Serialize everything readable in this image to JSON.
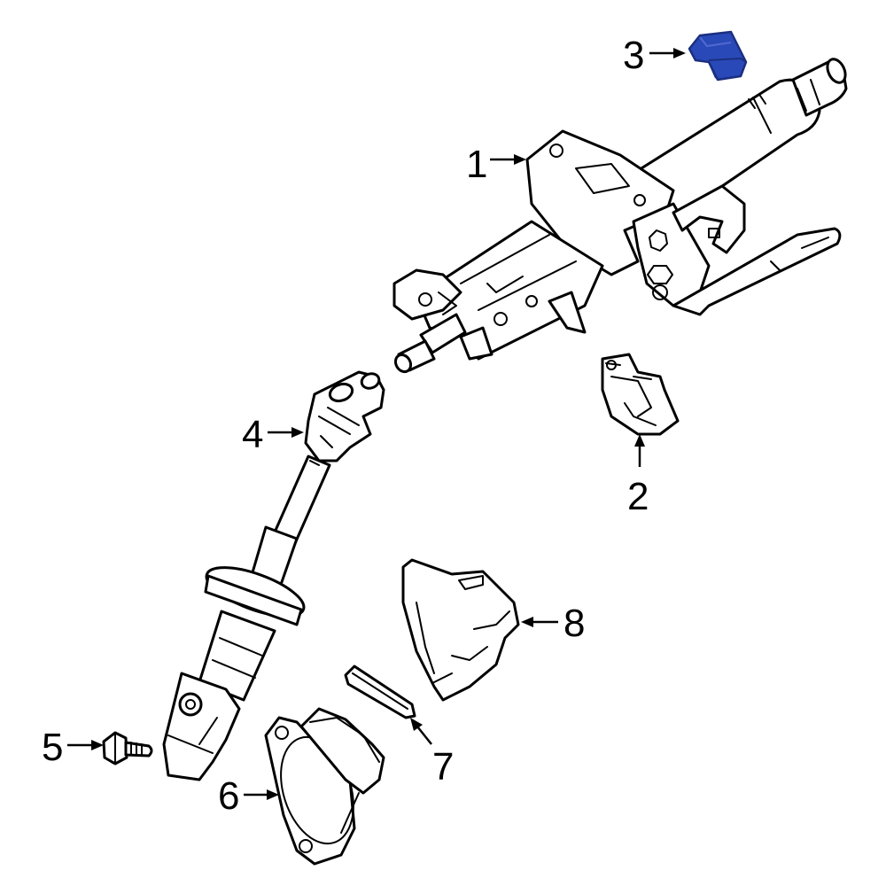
{
  "diagram": {
    "colors": {
      "line": "#000000",
      "background": "#ffffff",
      "highlight_fill": "#2a49b8",
      "highlight_stroke": "#1a2f80"
    },
    "callouts": [
      {
        "number": "1",
        "part": "steering-column-assembly"
      },
      {
        "number": "2",
        "part": "bracket"
      },
      {
        "number": "3",
        "part": "highlighted-part"
      },
      {
        "number": "4",
        "part": "intermediate-shaft"
      },
      {
        "number": "5",
        "part": "bolt"
      },
      {
        "number": "6",
        "part": "boot-seal"
      },
      {
        "number": "7",
        "part": "clip"
      },
      {
        "number": "8",
        "part": "cover"
      }
    ],
    "highlighted_callout": "3"
  }
}
